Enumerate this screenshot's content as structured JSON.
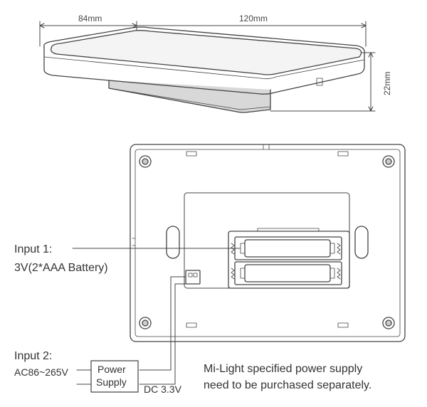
{
  "dimensions": {
    "width": "84mm",
    "length": "120mm",
    "height": "22mm"
  },
  "inputs": {
    "input1_title": "Input 1:",
    "input1_desc": "3V(2*AAA Battery)",
    "input2_title": "Input 2:",
    "input2_voltage": "AC86~265V",
    "power_supply_line1": "Power",
    "power_supply_line2": "Supply",
    "dc_output": "DC 3.3V"
  },
  "note": {
    "line1": "Mi-Light specified power supply",
    "line2": "need to be purchased separately."
  },
  "colors": {
    "line": "#444444",
    "text": "#333333",
    "light_fill": "#f2f2f2",
    "shade_fill": "#cccccc"
  }
}
